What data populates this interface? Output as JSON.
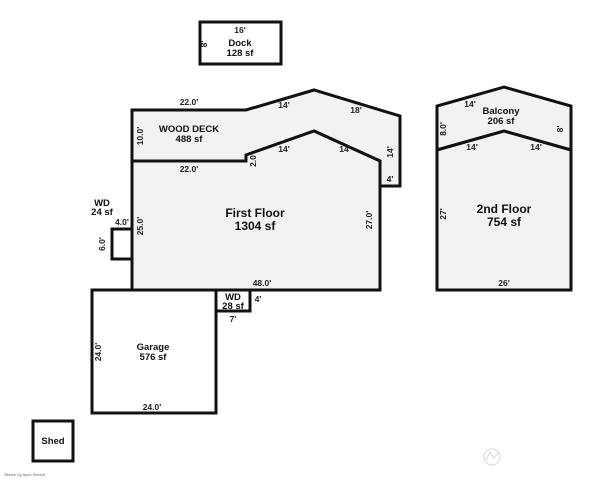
{
  "areas": {
    "dock": {
      "name": "Dock",
      "size": "128 sf"
    },
    "wood_deck": {
      "name": "WOOD DECK",
      "size": "488 sf"
    },
    "first_floor": {
      "name": "First Floor",
      "size": "1304 sf"
    },
    "wd_left": {
      "name": "WD",
      "size": "24 sf"
    },
    "wd_small": {
      "name": "WD",
      "size": "28 sf"
    },
    "garage": {
      "name": "Garage",
      "size": "576 sf"
    },
    "shed": {
      "name": "Shed"
    },
    "balcony": {
      "name": "Balcony",
      "size": "206 sf"
    },
    "second_floor": {
      "name": "2nd Floor",
      "size": "754 sf"
    }
  },
  "dimensions": {
    "dock_top": "16'",
    "dock_left": "8'",
    "deck_top": "22.0'",
    "deck_slope_1": "14'",
    "deck_slope_2": "18'",
    "deck_left": "10.0'",
    "deck_right": "14'",
    "deck_step": "4'",
    "ff_top": "22.0'",
    "ff_step": "2.0'",
    "ff_roof_1": "14'",
    "ff_roof_2": "14'",
    "ff_right": "27.0'",
    "ff_left": "25.0'",
    "ff_bottom": "48.0'",
    "wd_left_top": "4.0'",
    "wd_left_side": "6.0'",
    "wd_small_side": "4'",
    "wd_small_bottom": "7'",
    "garage_left": "24.0'",
    "garage_bottom": "24.0'",
    "balcony_roof_1": "14'",
    "balcony_left": "8.0'",
    "balcony_right": "8'",
    "sf_roof_1": "14'",
    "sf_roof_2": "14'",
    "sf_left": "27'",
    "sf_bottom": "26'"
  },
  "footer": {
    "credit": "Sketch by Apex Sketch"
  }
}
